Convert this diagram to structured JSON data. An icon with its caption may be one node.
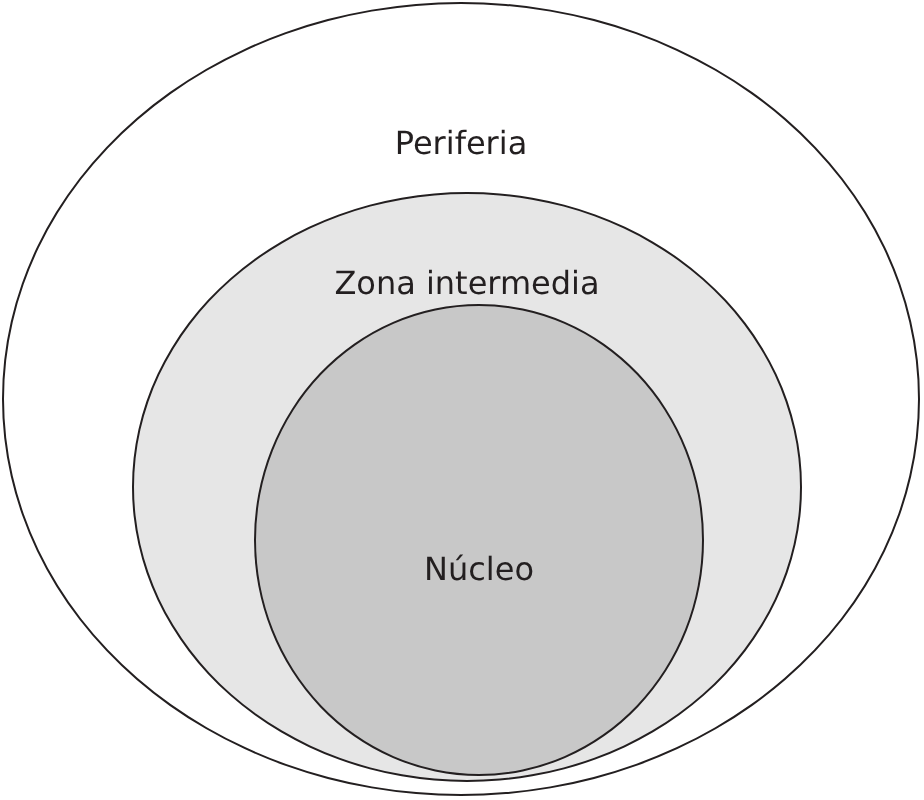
{
  "diagram": {
    "nodes": [
      {
        "text": [
          "Periferia"
        ]
      },
      {
        "text": [
          "Zona intermedia"
        ],
        "in": 0
      },
      {
        "text": [
          "Núcleo"
        ],
        "in": 1
      }
    ]
  }
}
